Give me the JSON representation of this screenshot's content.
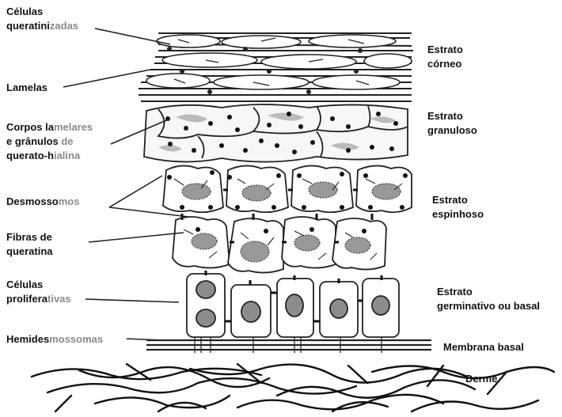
{
  "left_labels": {
    "celulas_queratinizadas": {
      "line1": "Células",
      "line2_bold": "queratini",
      "line2_faint": "zadas"
    },
    "lamelas": {
      "text": "Lamelas"
    },
    "corpos_lamelares": {
      "line1_bold": "Corpos la",
      "line1_faint": "melares",
      "line2_bold": "e grânulos ",
      "line2_faint": "de",
      "line3_bold": "querato-h",
      "line3_faint": "ialina"
    },
    "desmossomos": {
      "bold": "Desmosso",
      "faint": "mos"
    },
    "fibras_de_queratina": {
      "line1": "Fibras de",
      "line2": "queratina"
    },
    "celulas_proliferativas": {
      "line1": "Células",
      "line2_bold": "prolifera",
      "line2_faint": "tivas"
    },
    "hemidesmossomas": {
      "bold": "Hemides",
      "faint": "mossomas"
    }
  },
  "right_labels": {
    "estrato_corneo": {
      "line1": "Estrato",
      "line2": "córneo"
    },
    "estrato_granuloso": {
      "line1": "Estrato",
      "line2": "granuloso"
    },
    "estrato_espinhoso": {
      "line1": "Estrato",
      "line2": "espinhoso"
    },
    "estrato_germinativo": {
      "line1": "Estrato",
      "line2": "germinativo ou basal"
    },
    "membrana_basal": {
      "text": "Membrana basal"
    },
    "derme": {
      "text": "Derme"
    }
  },
  "colors": {
    "stroke": "#222222",
    "nucleus": "#8c8c8c",
    "granule": "#c8c8c8"
  }
}
